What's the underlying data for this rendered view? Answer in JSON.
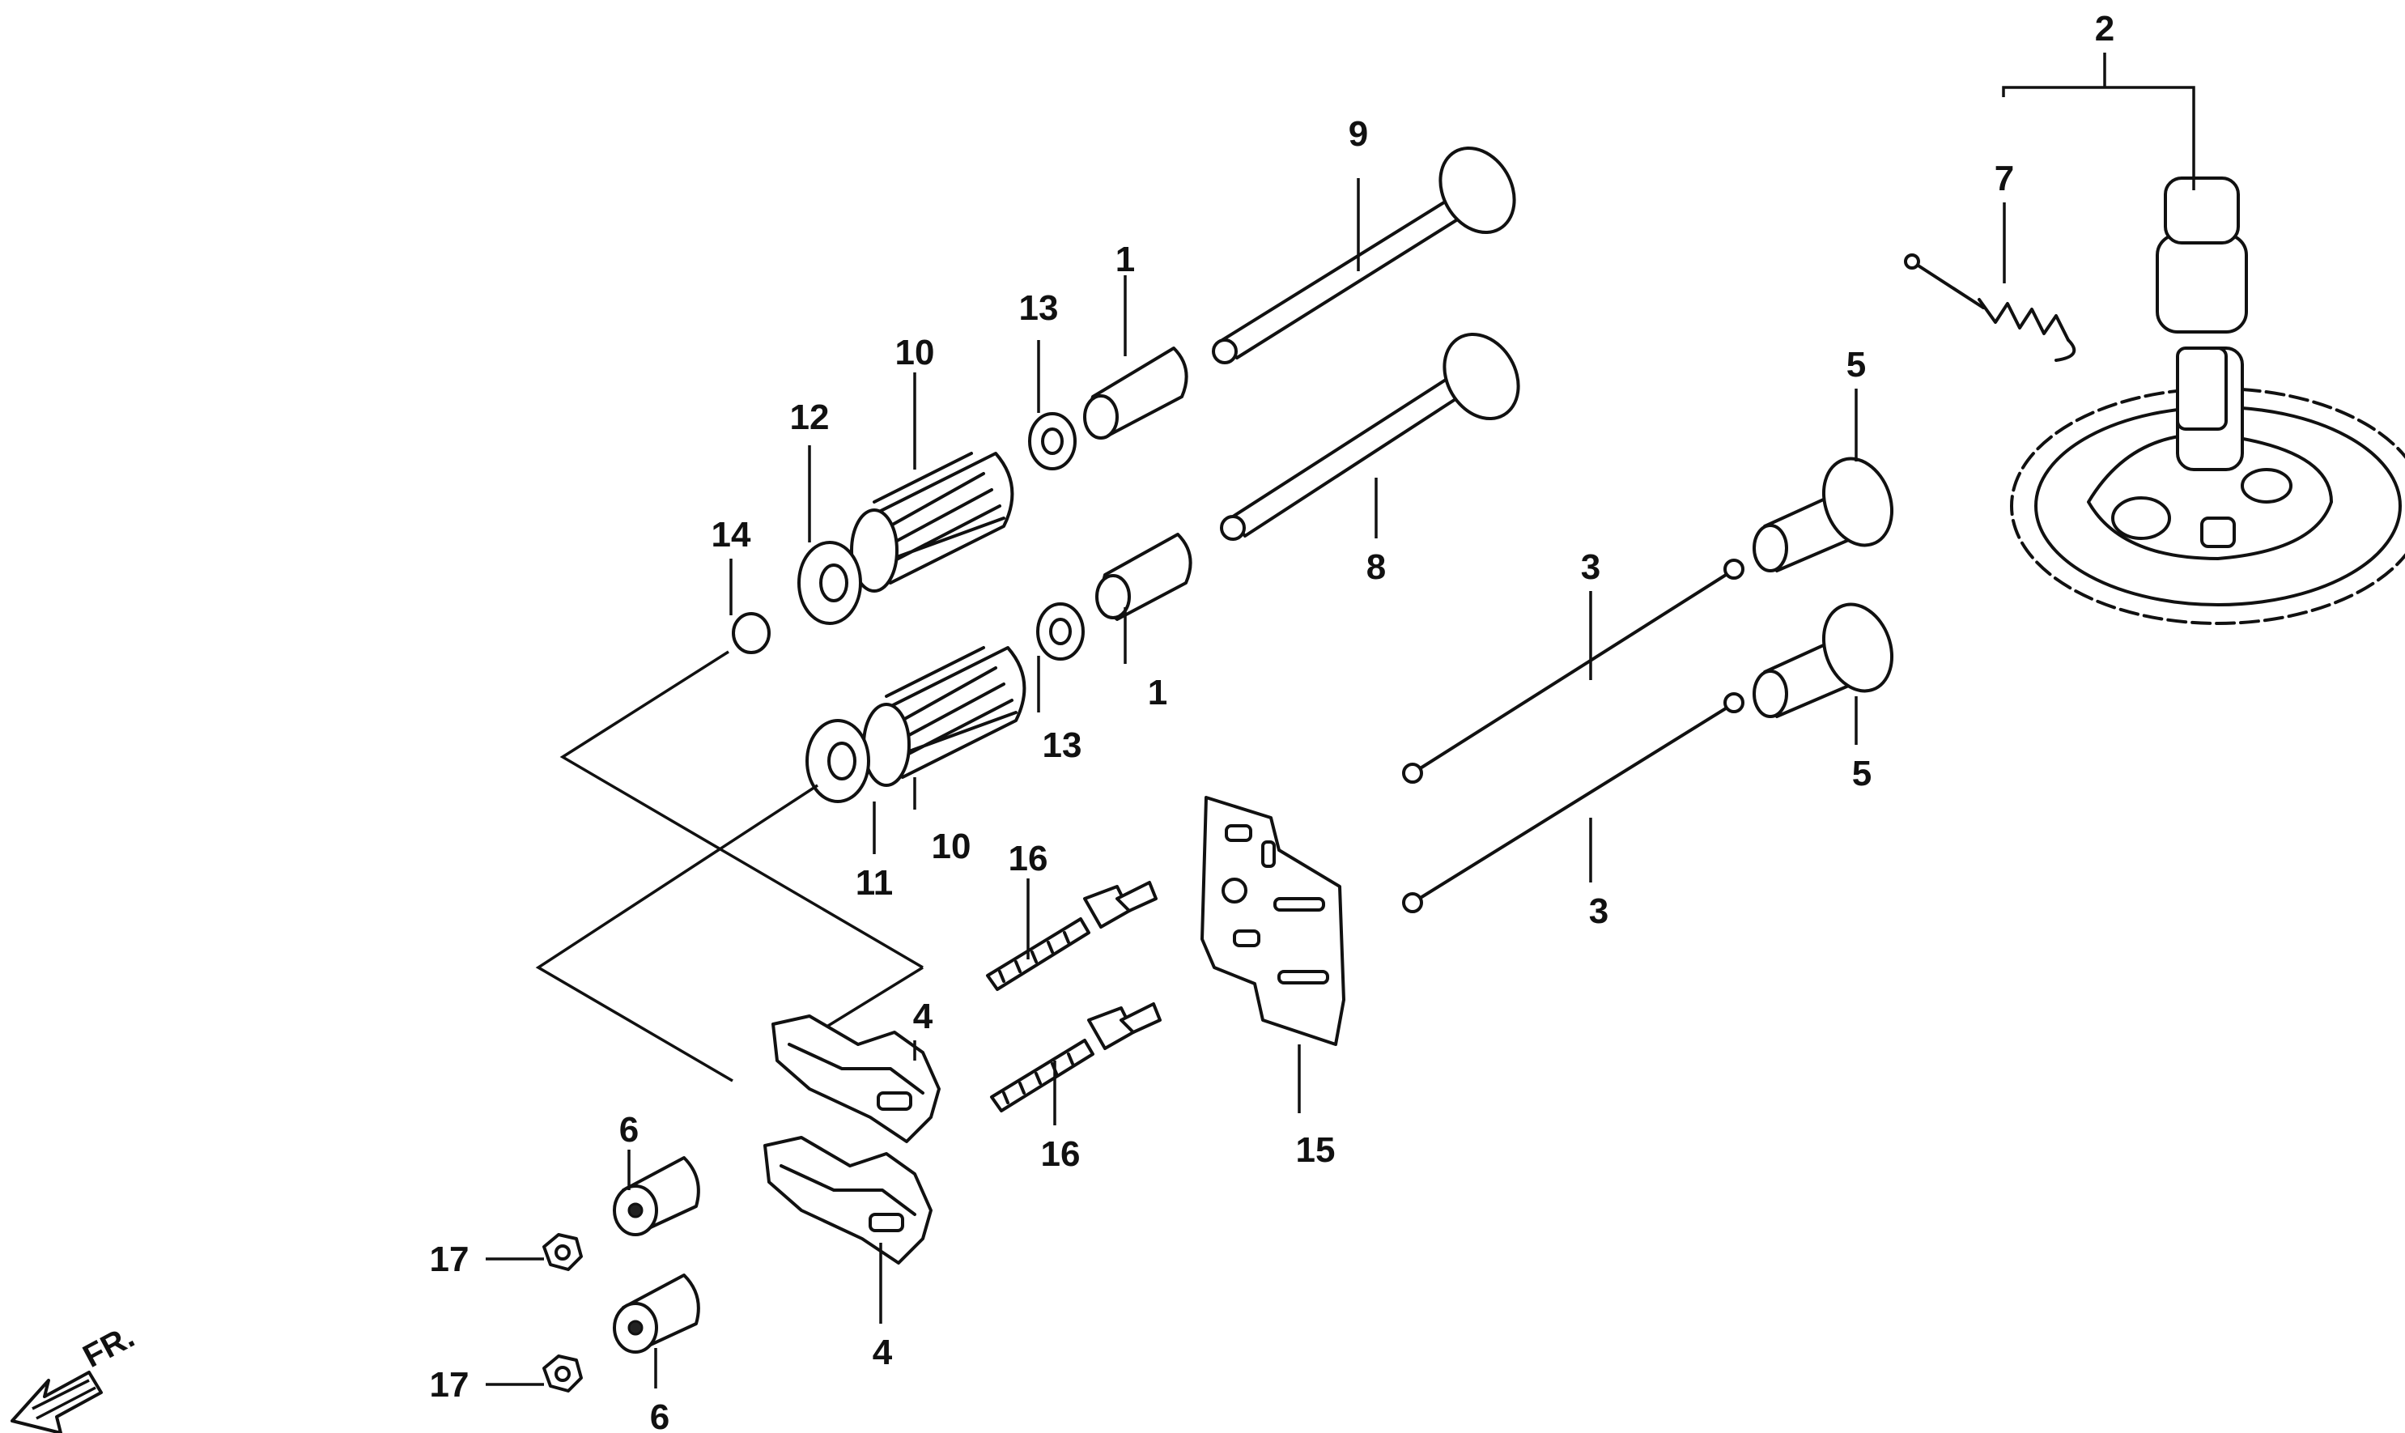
{
  "callouts": {
    "c1_top": "1",
    "c1_bottom": "1",
    "c2": "2",
    "c3_top": "3",
    "c3_bottom": "3",
    "c4_top": "4",
    "c4_bottom": "4",
    "c5_top": "5",
    "c5_bottom": "5",
    "c6_top": "6",
    "c6_bottom": "6",
    "c7": "7",
    "c8": "8",
    "c9": "9",
    "c10_top": "10",
    "c10_bottom": "10",
    "c11": "11",
    "c12": "12",
    "c13_top": "13",
    "c13_bottom": "13",
    "c14": "14",
    "c15": "15",
    "c16_top": "16",
    "c16_bottom": "16",
    "c17_top": "17",
    "c17_bottom": "17"
  },
  "direction_indicator": {
    "label": "FR."
  }
}
